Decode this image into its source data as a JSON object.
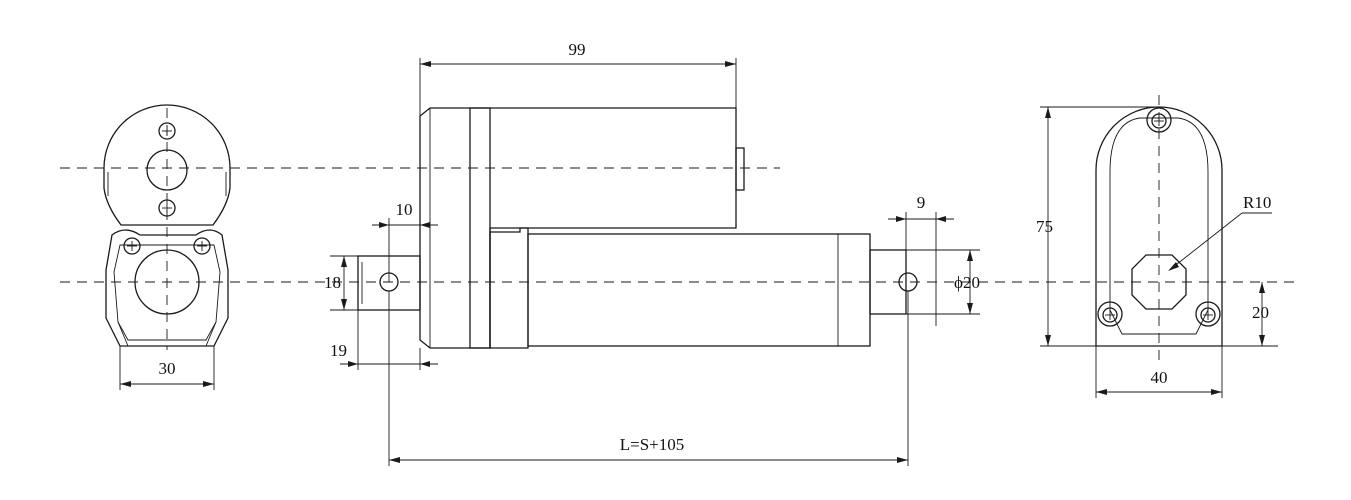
{
  "dimensions": {
    "length_99": "99",
    "width_10": "10",
    "height_18": "18",
    "depth_19": "19",
    "width_9": "9",
    "diameter_20": "ϕ20",
    "width_30": "30",
    "formula": "L=S+105",
    "height_75": "75",
    "radius": "R10",
    "height_20": "20",
    "width_40": "40"
  },
  "colors": {
    "line": "#1a1a1a",
    "background": "#ffffff"
  }
}
